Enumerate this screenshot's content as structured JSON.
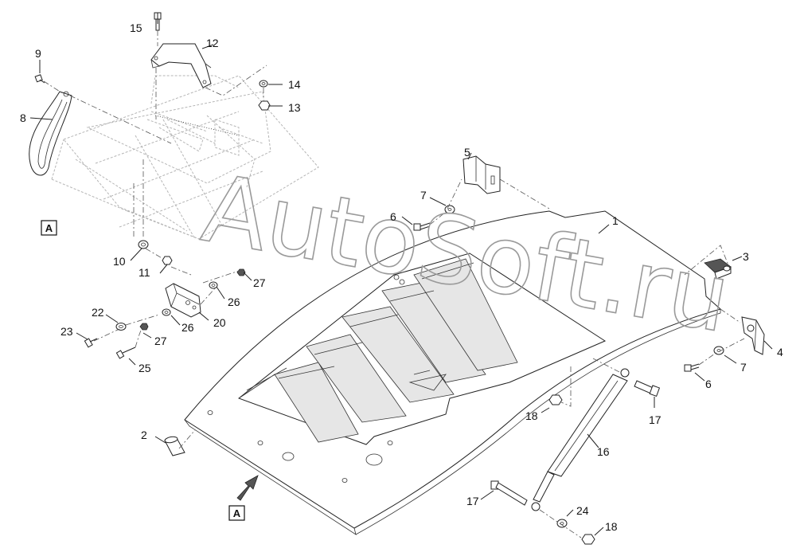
{
  "watermark": "AutoSoft.ru",
  "view_marker": "A",
  "callouts": {
    "c1": "1",
    "c2": "2",
    "c3": "3",
    "c4": "4",
    "c5": "5",
    "c6a": "6",
    "c6b": "6",
    "c7a": "7",
    "c7b": "7",
    "c8": "8",
    "c9": "9",
    "c10": "10",
    "c11": "11",
    "c12": "12",
    "c13": "13",
    "c14": "14",
    "c15": "15",
    "c16": "16",
    "c17a": "17",
    "c17b": "17",
    "c18a": "18",
    "c18b": "18",
    "c20": "20",
    "c22": "22",
    "c23": "23",
    "c24": "24",
    "c25": "25",
    "c26a": "26",
    "c26b": "26",
    "c27a": "27",
    "c27b": "27"
  }
}
